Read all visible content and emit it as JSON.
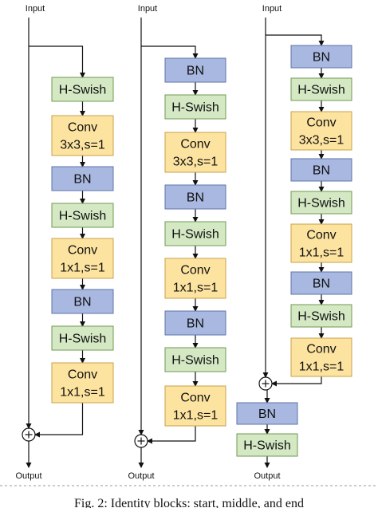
{
  "io": {
    "input_label": "Input",
    "output_label": "Output"
  },
  "colors": {
    "swish": "#d4e8c4",
    "swish_border": "#6f9a52",
    "conv": "#fde3a0",
    "conv_border": "#c8a24a",
    "bn": "#a9b8e0",
    "bn_border": "#5e73a8"
  },
  "columns": [
    {
      "name": "start",
      "blocks": [
        {
          "type": "swish",
          "lines": [
            "H-Swish"
          ]
        },
        {
          "type": "conv",
          "lines": [
            "Conv",
            "3x3,s=1"
          ]
        },
        {
          "type": "bn",
          "lines": [
            "BN"
          ]
        },
        {
          "type": "swish",
          "lines": [
            "H-Swish"
          ]
        },
        {
          "type": "conv",
          "lines": [
            "Conv",
            "1x1,s=1"
          ]
        },
        {
          "type": "bn",
          "lines": [
            "BN"
          ]
        },
        {
          "type": "swish",
          "lines": [
            "H-Swish"
          ]
        },
        {
          "type": "conv",
          "lines": [
            "Conv",
            "1x1,s=1"
          ]
        }
      ]
    },
    {
      "name": "middle",
      "blocks": [
        {
          "type": "bn",
          "lines": [
            "BN"
          ]
        },
        {
          "type": "swish",
          "lines": [
            "H-Swish"
          ]
        },
        {
          "type": "conv",
          "lines": [
            "Conv",
            "3x3,s=1"
          ]
        },
        {
          "type": "bn",
          "lines": [
            "BN"
          ]
        },
        {
          "type": "swish",
          "lines": [
            "H-Swish"
          ]
        },
        {
          "type": "conv",
          "lines": [
            "Conv",
            "1x1,s=1"
          ]
        },
        {
          "type": "bn",
          "lines": [
            "BN"
          ]
        },
        {
          "type": "swish",
          "lines": [
            "H-Swish"
          ]
        },
        {
          "type": "conv",
          "lines": [
            "Conv",
            "1x1,s=1"
          ]
        }
      ]
    },
    {
      "name": "end",
      "blocks": [
        {
          "type": "bn",
          "lines": [
            "BN"
          ]
        },
        {
          "type": "swish",
          "lines": [
            "H-Swish"
          ]
        },
        {
          "type": "conv",
          "lines": [
            "Conv",
            "3x3,s=1"
          ]
        },
        {
          "type": "bn",
          "lines": [
            "BN"
          ]
        },
        {
          "type": "swish",
          "lines": [
            "H-Swish"
          ]
        },
        {
          "type": "conv",
          "lines": [
            "Conv",
            "1x1,s=1"
          ]
        },
        {
          "type": "bn",
          "lines": [
            "BN"
          ]
        },
        {
          "type": "swish",
          "lines": [
            "H-Swish"
          ]
        },
        {
          "type": "conv",
          "lines": [
            "Conv",
            "1x1,s=1"
          ]
        }
      ],
      "post_blocks": [
        {
          "type": "bn",
          "lines": [
            "BN"
          ]
        },
        {
          "type": "swish",
          "lines": [
            "H-Swish"
          ]
        }
      ]
    }
  ],
  "caption": "Fig. 2: Identity blocks: start, middle, and end"
}
